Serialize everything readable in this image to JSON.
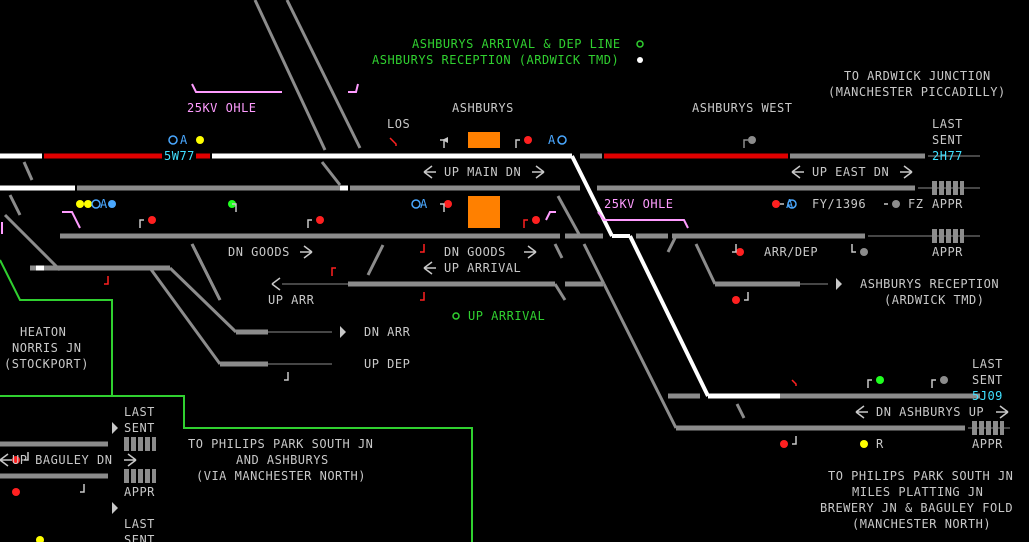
{
  "colors": {
    "background": "#000000",
    "track_idle": "#8c8c8c",
    "track_set": "#ffffff",
    "track_occupied": "#e00000",
    "text_grey": "#c8c8c8",
    "text_green": "#30d030",
    "text_pink": "#ff9cff",
    "text_cyan": "#40e0ff",
    "signal_red": "#ff2020",
    "signal_yellow": "#ffff00",
    "signal_green": "#20ff20",
    "signal_blue": "#4aa8ff",
    "berth_orange": "#ff8000",
    "route_green": "#30d030"
  },
  "header": {
    "arrival_line": "ASHBURYS ARRIVAL & DEP LINE",
    "reception_line": "ASHBURYS RECEPTION (ARDWICK TMD)"
  },
  "labels": {
    "ohle_left": "25KV OHLE",
    "ohle_mid": "25KV OHLE",
    "los": "LOS",
    "ashburys": "ASHBURYS",
    "ashburys_west": "ASHBURYS WEST",
    "to_ardwick_1": "TO ARDWICK JUNCTION",
    "to_ardwick_2": "(MANCHESTER PICCADILLY)",
    "last_sent_1a": "LAST",
    "last_sent_1b": "SENT",
    "last_sent_2a": "LAST",
    "last_sent_2b": "SENT",
    "last_sent_3a": "LAST",
    "last_sent_3b": "SENT",
    "last_sent_4a": "LAST",
    "last_sent_4b": "SENT",
    "up_main_dn": "UP MAIN DN",
    "up_east_dn": "UP EAST DN",
    "dn_goods_1": "DN GOODS",
    "dn_goods_2": "DN GOODS",
    "up_arrival_1": "UP ARRIVAL",
    "up_arrival_2": "UP ARRIVAL",
    "up_arr": "UP ARR",
    "dn_arr": "DN ARR",
    "up_dep": "UP DEP",
    "arr_dep": "ARR/DEP",
    "fy1396": "FY/1396",
    "fz": "FZ",
    "appr_1": "APPR",
    "appr_2": "APPR",
    "appr_3": "APPR",
    "appr_4": "APPR",
    "reception_1": "ASHBURYS RECEPTION",
    "reception_2": "(ARDWICK TMD)",
    "heaton_1": "HEATON",
    "heaton_2": "NORRIS JN",
    "heaton_3": "(STOCKPORT)",
    "philips_1": "TO PHILIPS PARK SOUTH JN",
    "philips_2": "AND ASHBURYS",
    "philips_3": "(VIA MANCHESTER NORTH)",
    "dn_ashburys_up": "DN ASHBURYS UP",
    "up_baguley_dn": "UP BAGULEY DN",
    "philips_r1": "TO PHILIPS PARK SOUTH JN",
    "philips_r2": "MILES PLATTING JN",
    "philips_r3": "BREWERY JN & BAGULEY FOLD",
    "philips_r4": "(MANCHESTER NORTH)",
    "sig_a1": "A",
    "sig_a2": "A",
    "sig_a3": "A",
    "sig_a4": "A",
    "sig_a5": "A",
    "sig_r": "R"
  },
  "berths": {
    "b1": "5W77",
    "b2": "2H77",
    "b3": "5J09"
  }
}
